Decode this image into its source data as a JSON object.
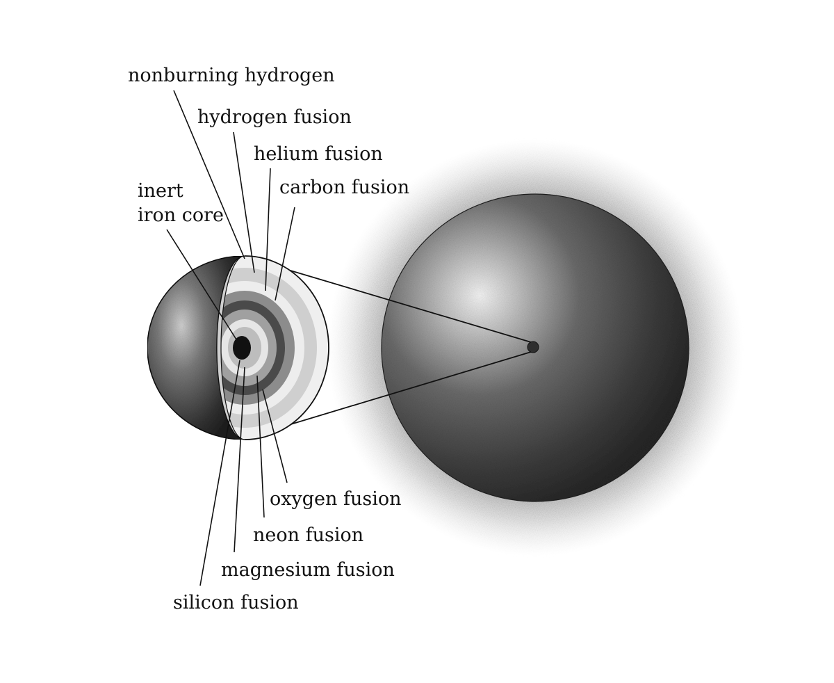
{
  "labels": {
    "nonburning_hydrogen": "nonburning hydrogen",
    "hydrogen_fusion": "hydrogen fusion",
    "helium_fusion": "helium fusion",
    "carbon_fusion": "carbon fusion",
    "inert_line1": "inert",
    "inert_line2": "iron core",
    "oxygen_fusion": "oxygen fusion",
    "neon_fusion": "neon fusion",
    "magnesium_fusion": "magnesium fusion",
    "silicon_fusion": "silicon fusion"
  },
  "colors": {
    "ink": "#111111",
    "star_dark": "#2b2b2b",
    "star_mid": "#6f6f6f",
    "star_highlight": "#f0f0f0",
    "halo": "#c8c8c8"
  }
}
